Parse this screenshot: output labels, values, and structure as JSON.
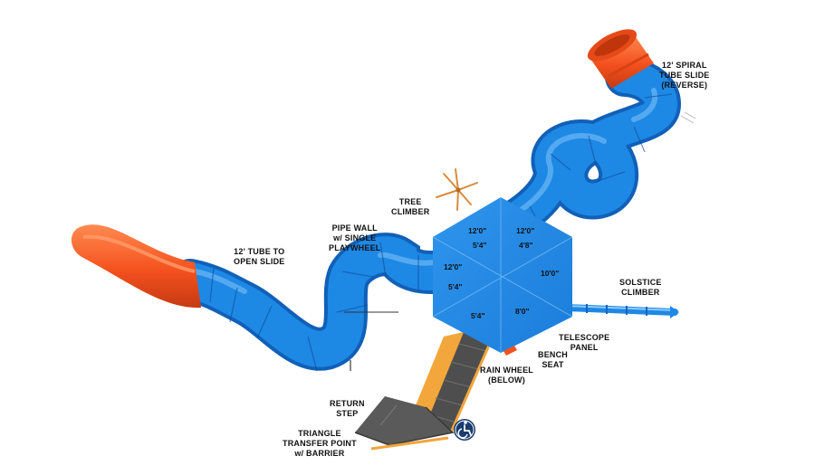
{
  "labels": {
    "spiral_slide": [
      "12' SPIRAL",
      "TUBE SLIDE",
      "(REVERSE)"
    ],
    "tree_climber": [
      "TREE",
      "CLIMBER"
    ],
    "pipe_wall": [
      "PIPE WALL",
      "w/ SINGLE",
      "PLAYWHEEL"
    ],
    "tube_open_slide": [
      "12' TUBE TO",
      "OPEN SLIDE"
    ],
    "solstice_climber": [
      "SOLSTICE",
      "CLIMBER"
    ],
    "telescope_panel": [
      "TELESCOPE",
      "PANEL"
    ],
    "bench_seat": [
      "BENCH",
      "SEAT"
    ],
    "rain_wheel": [
      "RAIN WHEEL",
      "(BELOW)"
    ],
    "return_step": [
      "RETURN",
      "STEP"
    ],
    "transfer_point": [
      "TRIANGLE",
      "TRANSFER POINT",
      "w/ BARRIER"
    ]
  },
  "deck_heights": {
    "top_left_outer": "12'0\"",
    "top_left_inner": "5'4\"",
    "top_right_outer": "12'0\"",
    "top_right_inner": "4'8\"",
    "left_outer": "12'0\"",
    "left_inner": "5'4\"",
    "right": "10'0\"",
    "bottom_left": "5'4\"",
    "bottom_right": "8'0\""
  },
  "icons": {
    "accessibility": "wheelchair-accessible-icon"
  },
  "colors": {
    "tube_blue": "#1E88E5",
    "tube_blue_dark": "#1565C0",
    "slide_orange": "#F4511E",
    "deck_blue": "#1E88E5",
    "ramp_gray": "#555555",
    "ramp_trim": "#F2A63B",
    "access_badge": "#1A3C6E"
  }
}
